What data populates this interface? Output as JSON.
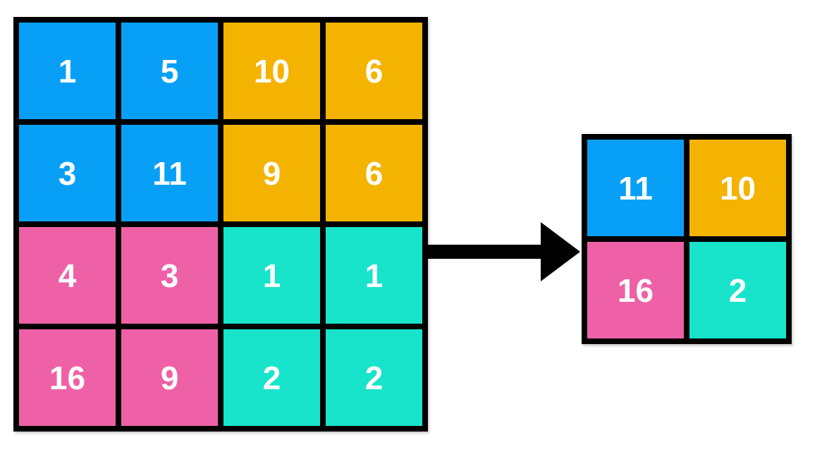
{
  "palette": {
    "blue": "#08A0F7",
    "orange": "#F3B300",
    "pink": "#EF61A6",
    "teal": "#17E4CB",
    "grid_border": "#000000",
    "arrow": "#000000",
    "cell_text": "#FFFFFF",
    "background": "#FFFFFF"
  },
  "input_grid": {
    "rows": 4,
    "cols": 4,
    "cells": [
      {
        "value": "1",
        "color": "blue"
      },
      {
        "value": "5",
        "color": "blue"
      },
      {
        "value": "10",
        "color": "orange"
      },
      {
        "value": "6",
        "color": "orange"
      },
      {
        "value": "3",
        "color": "blue"
      },
      {
        "value": "11",
        "color": "blue"
      },
      {
        "value": "9",
        "color": "orange"
      },
      {
        "value": "6",
        "color": "orange"
      },
      {
        "value": "4",
        "color": "pink"
      },
      {
        "value": "3",
        "color": "pink"
      },
      {
        "value": "1",
        "color": "teal"
      },
      {
        "value": "1",
        "color": "teal"
      },
      {
        "value": "16",
        "color": "pink"
      },
      {
        "value": "9",
        "color": "pink"
      },
      {
        "value": "2",
        "color": "teal"
      },
      {
        "value": "2",
        "color": "teal"
      }
    ]
  },
  "output_grid": {
    "rows": 2,
    "cols": 2,
    "cells": [
      {
        "value": "11",
        "color": "blue"
      },
      {
        "value": "10",
        "color": "orange"
      },
      {
        "value": "16",
        "color": "pink"
      },
      {
        "value": "2",
        "color": "teal"
      }
    ]
  }
}
